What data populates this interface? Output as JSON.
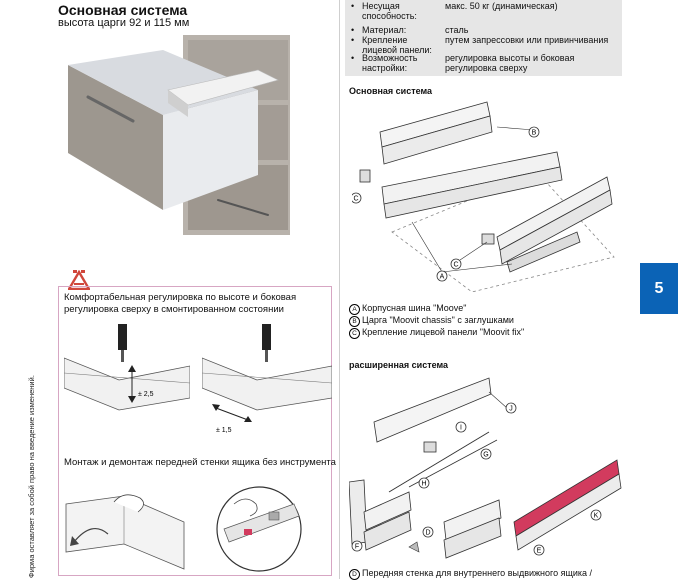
{
  "left": {
    "title": "Основная система",
    "subtitle": "высота царги 92 и 115 мм",
    "adjustment_text": "Комфортабельная регулировка по высоте и боковая регулировка сверху в смонтированном состоянии",
    "dim1": "± 2,5",
    "dim2": "± 1,5",
    "mount_text": "Монтаж и демонтаж передней стенки ящика без инструмента",
    "side_note": "Фирма оставляет за собой право на введение изменений."
  },
  "specs": [
    {
      "label": "Несущая способность:",
      "value": "макс. 50 кг (динамическая)"
    },
    {
      "label": "Материал:",
      "value": "сталь"
    },
    {
      "label": "Крепление лицевой панели:",
      "value": "путем запрессовки или привинчивания"
    },
    {
      "label": "Возможность настройки:",
      "value": "регулировка высоты и боковая регулировка сверху"
    }
  ],
  "basic": {
    "heading": "Основная система",
    "callouts": [
      "A",
      "B",
      "C"
    ]
  },
  "legend": [
    {
      "letter": "A",
      "text": "Корпусная шина \"Moove\""
    },
    {
      "letter": "B",
      "text": "Царга \"Moovit chassis\" с заглушками"
    },
    {
      "letter": "C",
      "text": "Крепление лицевой панели \"Moovit fix\""
    }
  ],
  "extended": {
    "heading": "расширенная система",
    "callouts": [
      "J",
      "I",
      "G",
      "H",
      "F",
      "K",
      "D",
      "E"
    ],
    "footnote_letter": "D",
    "footnote_text": "Передняя стенка для внутреннего выдвижного ящика /"
  },
  "page_tab": "5",
  "colors": {
    "tab": "#0b63b6",
    "box_border": "#d7a6c3",
    "spec_bg": "#e6e6e6",
    "logo": "#d0463b",
    "accent_strip": "#d23b5e"
  }
}
